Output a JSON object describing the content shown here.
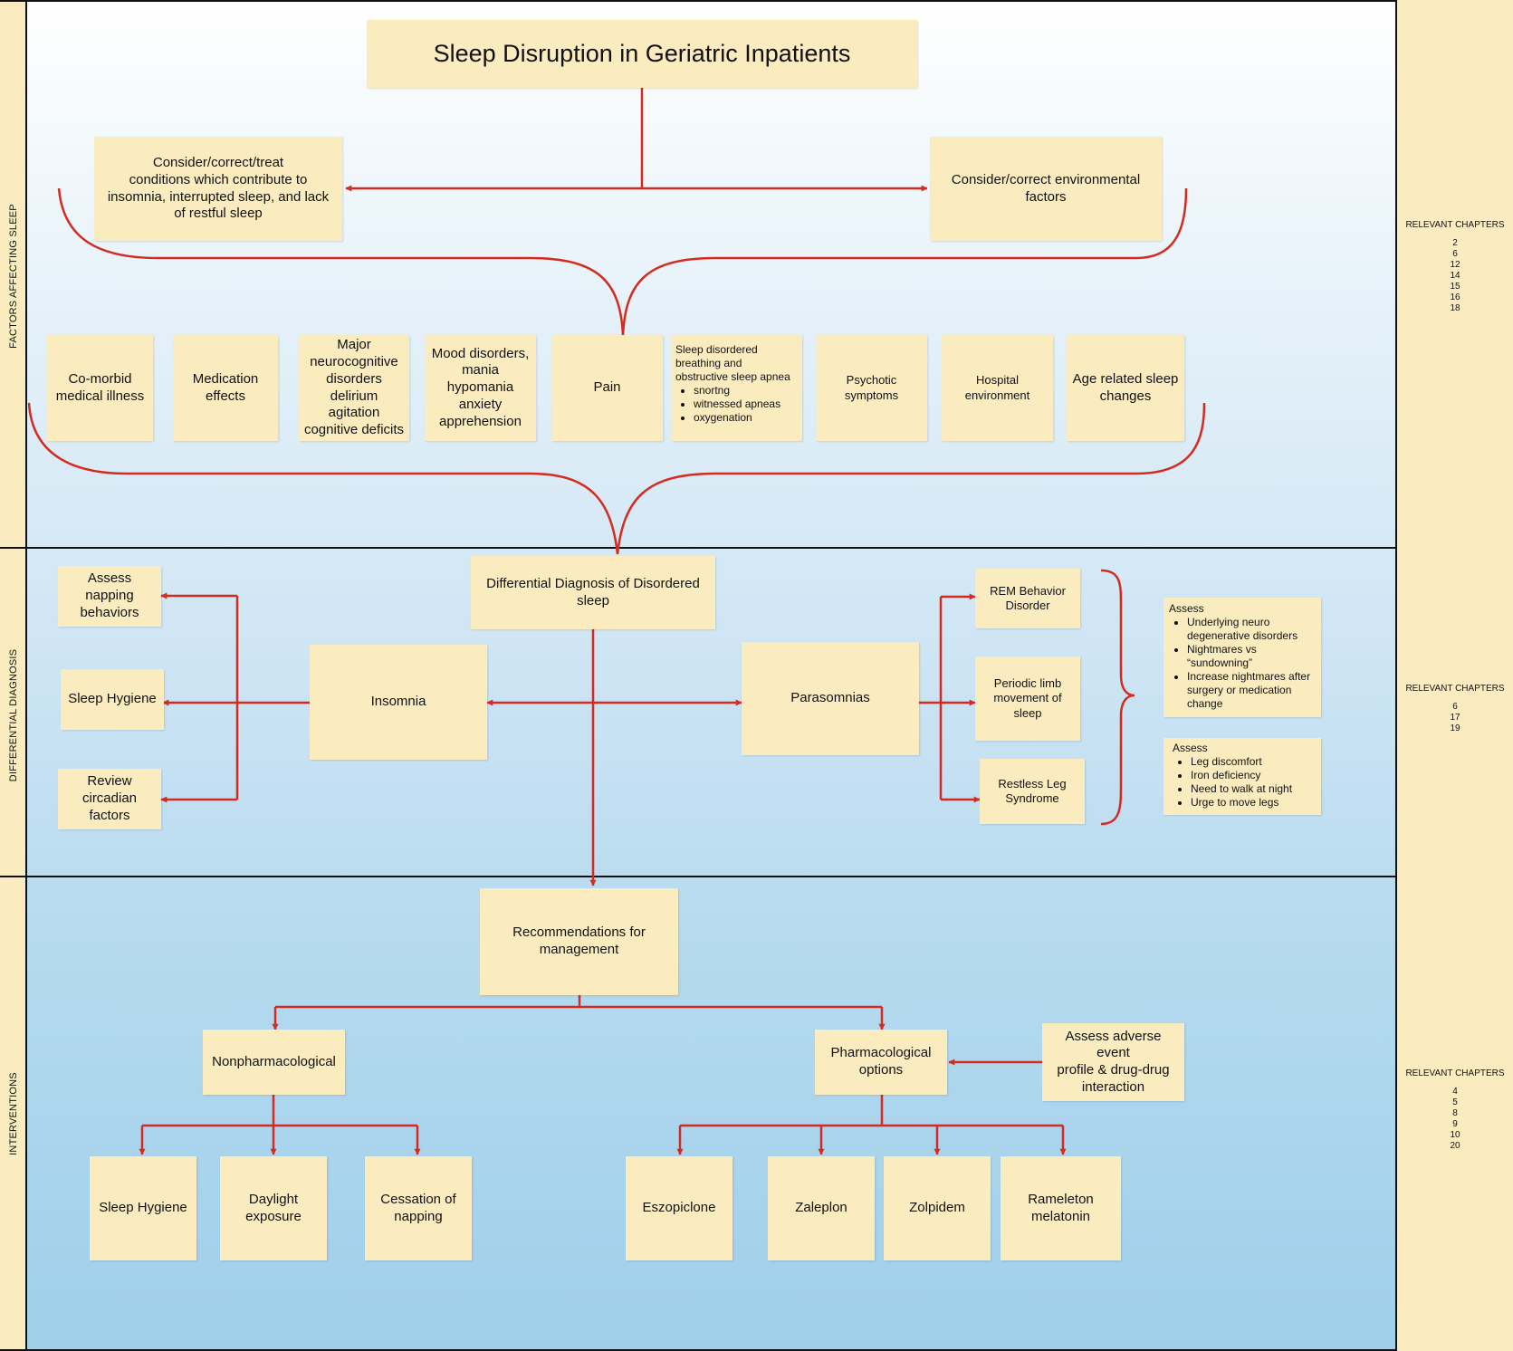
{
  "title": "Sleep Disruption in Geriatric Inpatients",
  "sections": {
    "factors": "FACTORS AFFECTING SLEEP",
    "differential": "DIFFERENTIAL DIAGNOSIS",
    "interventions": "INTERVENTIONS"
  },
  "top": {
    "left": "Consider/correct/treat\nconditions which contribute to\ninsomnia, interrupted sleep, and lack\nof restful sleep",
    "right": "Consider/correct environmental\nfactors"
  },
  "factors": {
    "comorbid": "Co-morbid\nmedical illness",
    "medication": "Medication\neffects",
    "neurocog": "Major\nneurocognitive\ndisorders\ndelirium\nagitation\ncognitive deficits",
    "mood": "Mood disorders,\nmania\nhypomania\nanxiety\napprehension",
    "pain": "Pain",
    "sleep_breathing": {
      "heading": "Sleep disordered\nbreathing and\nobstructive sleep apnea",
      "items": [
        "snortng",
        "witnessed apneas",
        "oxygenation"
      ]
    },
    "psychotic": "Psychotic\nsymptoms",
    "hospital": "Hospital\nenvironment",
    "age": "Age related sleep\nchanges"
  },
  "differential": {
    "main": "Differential Diagnosis of Disordered\nsleep",
    "insomnia": "Insomnia",
    "assess_napping": "Assess\nnapping\nbehaviors",
    "sleep_hygiene": "Sleep Hygiene",
    "review_circadian": "Review\ncircadian\nfactors",
    "parasomnias": "Parasomnias",
    "rem": "REM Behavior\nDisorder",
    "plm": "Periodic limb\nmovement of\nsleep",
    "rls": "Restless Leg\nSyndrome",
    "assess1": {
      "heading": "Assess",
      "items": [
        "Underlying neuro degenerative disorders",
        "Nightmares vs “sundowning”",
        "Increase nightmares after surgery or medication change"
      ]
    },
    "assess2": {
      "heading": "Assess",
      "items": [
        "Leg discomfort",
        "Iron deficiency",
        "Need to walk at night",
        "Urge to move legs"
      ]
    }
  },
  "interventions": {
    "recommendations": "Recommendations for\nmanagement",
    "nonpharm": "Nonpharmacological",
    "pharm": "Pharmacological\noptions",
    "adverse": "Assess adverse event\nprofile & drug-drug\ninteraction",
    "sleep_hygiene": "Sleep Hygiene",
    "daylight": "Daylight\nexposure",
    "cessation": "Cessation of\nnapping",
    "eszopiclone": "Eszopiclone",
    "zaleplon": "Zaleplon",
    "zolpidem": "Zolpidem",
    "rameleton": "Rameleton\nmelatonin"
  },
  "chapters": {
    "label": "RELEVANT CHAPTERS",
    "factors": [
      "2",
      "6",
      "12",
      "14",
      "15",
      "16",
      "18"
    ],
    "differential": [
      "6",
      "17",
      "19"
    ],
    "interventions": [
      "4",
      "5",
      "8",
      "9",
      "10",
      "20"
    ]
  },
  "colors": {
    "box": "#fbecc0",
    "arrow": "#d42a20",
    "rule": "#111111"
  }
}
